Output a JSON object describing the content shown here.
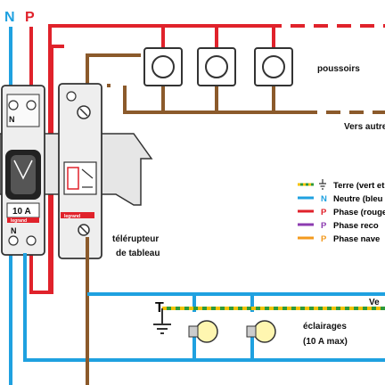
{
  "header": {
    "neutral_letter": "N",
    "phase_letter": "P"
  },
  "breaker": {
    "top_label": "N",
    "bottom_label": "N",
    "rating": "10 A",
    "brand": "legrand"
  },
  "relay": {
    "brand": "legrand"
  },
  "labels": {
    "pushbuttons": "poussoirs",
    "to_others": "Vers autre",
    "relay_line1": "télérupteur",
    "relay_line2": "de tableau",
    "lighting_line1": "éclairages",
    "lighting_line2": "(10 A max)",
    "to_right": "Ve",
    "earth_symbol_letter": "T"
  },
  "legend": [
    {
      "letter": "",
      "text": "Terre (vert et",
      "color": "#2e9a3a",
      "color2": "#f2c200",
      "icon": "earth-icon"
    },
    {
      "letter": "N",
      "text": "Neutre (bleu",
      "color": "#1fa1e0"
    },
    {
      "letter": "P",
      "text": "Phase (rouge",
      "color": "#e0222b"
    },
    {
      "letter": "P",
      "text": "Phase reco",
      "color": "#8c3bb0"
    },
    {
      "letter": "P",
      "text": "Phase nave",
      "color": "#f39a1e"
    }
  ],
  "colors": {
    "neutral": "#1fa1e0",
    "phase": "#e0222b",
    "switched": "#8b5a2b",
    "earth_green": "#2e9a3a",
    "earth_yellow": "#f2c200",
    "device_fill": "#eeeeee",
    "device_stroke": "#333333"
  }
}
